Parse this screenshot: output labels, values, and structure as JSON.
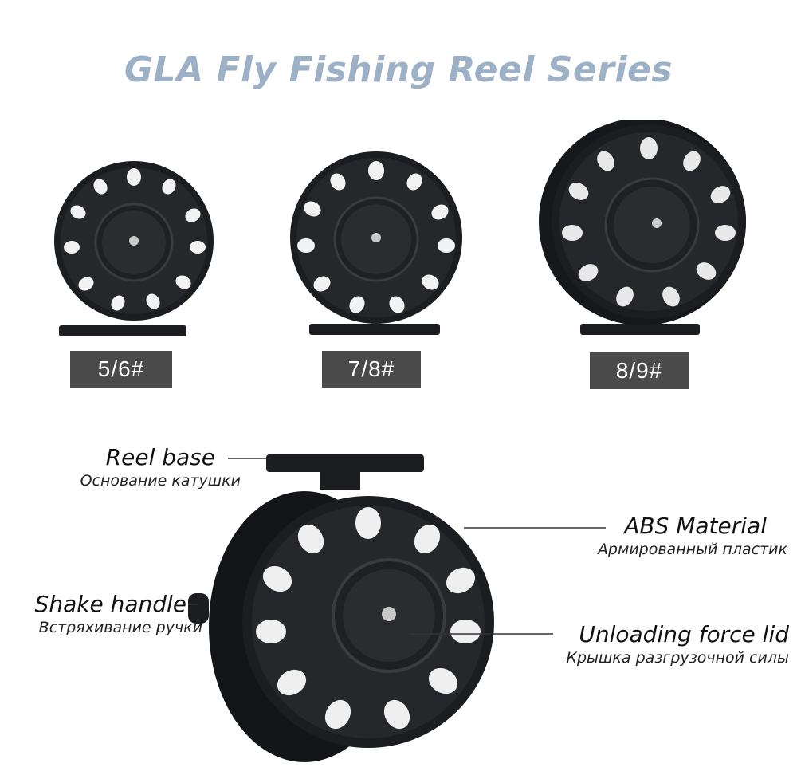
{
  "title": "GLA Fly Fishing Reel Series",
  "colors": {
    "title": "#9db1c6",
    "label_bg": "#4a4a4a",
    "reel_body": "#1c1d20",
    "reel_face": "#2a2b2f"
  },
  "icons": [
    "fly-reel-icon"
  ],
  "sizes": [
    "5/6#",
    "7/8#",
    "8/9#"
  ],
  "callouts": {
    "reel_base": {
      "en": "Reel base",
      "ru": "Основание катушки"
    },
    "abs_material": {
      "en": "ABS Material",
      "ru": "Армированный пластик"
    },
    "shake_handle": {
      "en": "Shake handle",
      "ru": "Встряхивание ручки"
    },
    "unloading_lid": {
      "en": "Unloading force lid",
      "ru": "Крышка разгрузочной силы"
    }
  }
}
